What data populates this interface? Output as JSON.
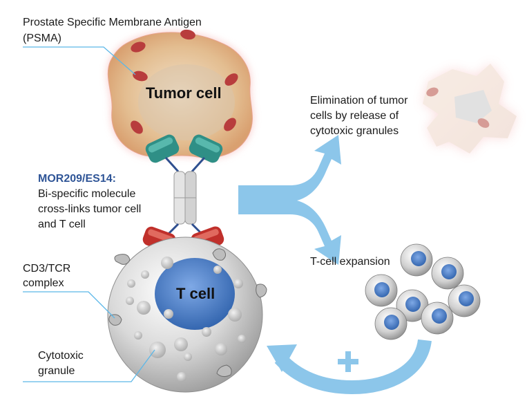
{
  "labels": {
    "psma_line1": "Prostate Specific Membrane Antigen",
    "psma_line2": "(PSMA)",
    "tumor_cell": "Tumor cell",
    "molecule_name": "MOR209/ES14:",
    "molecule_desc1": "Bi-specific molecule",
    "molecule_desc2": "cross-links tumor cell",
    "molecule_desc3": "and T cell",
    "cd3_line1": "CD3/TCR",
    "cd3_line2": "complex",
    "granule_line1": "Cytotoxic",
    "granule_line2": "granule",
    "t_cell": "T cell",
    "elim_line1": "Elimination of tumor",
    "elim_line2": "cells by release of",
    "elim_line3": "cytotoxic granules",
    "expansion": "T-cell expansion",
    "plus": "+"
  },
  "colors": {
    "arrow": "#8cc6ea",
    "callout": "#5bb7e8",
    "tumor_fill": "#e9c9a0",
    "tumor_glow": "#f2a0a0",
    "psma": "#b83d3d",
    "tcell_body": "#d6d6d6",
    "nucleus": "#4b7fc9",
    "receptor_green": "#2f8f86",
    "receptor_red": "#c0302b",
    "molecule_name": "#2f5597"
  }
}
